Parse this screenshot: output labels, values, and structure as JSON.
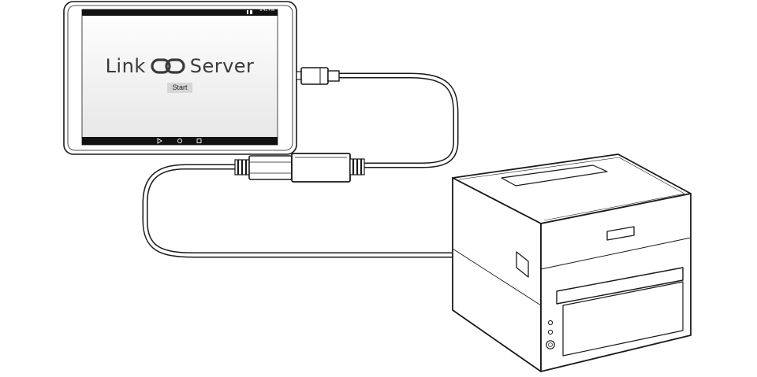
{
  "tablet_screen": {
    "title_left": "Link",
    "title_right": "Server",
    "start_button_label": "Start",
    "status_time": "9:41 PM"
  },
  "icons": {
    "title_logo": "chain-link-icon",
    "nav_back": "triangle-back-icon",
    "nav_home": "circle-home-icon",
    "nav_recents": "square-recents-icon"
  },
  "colors": {
    "line": "#1a1a1a",
    "bars": "#111111",
    "screen_top": "#ffffff",
    "screen_bottom": "#e6e6e6",
    "button": "#d6d6d6",
    "title_text": "#3a3a3a"
  }
}
